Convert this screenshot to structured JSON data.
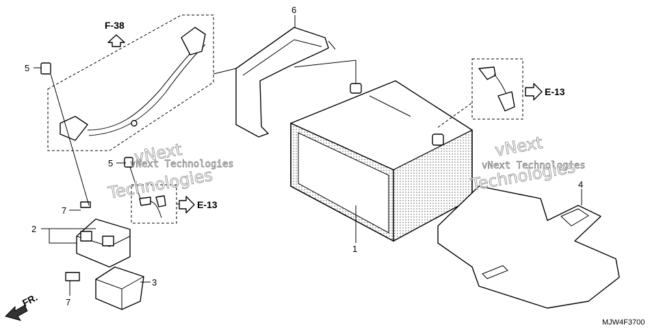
{
  "callouts": {
    "c1": "1",
    "c2": "2",
    "c3": "3",
    "c4": "4",
    "c5a": "5",
    "c5b": "5",
    "c6": "6",
    "c7a": "7",
    "c7b": "7"
  },
  "refs": {
    "f38": "F-38",
    "e13_right": "E-13",
    "e13_left": "E-13",
    "front": "FR."
  },
  "watermarks": {
    "left_small": "vNext Technologies",
    "left_big": "Technologies",
    "left_top": "vNext",
    "right_small": "vNext Technologies",
    "right_big": "Technologies",
    "right_top": "vNext"
  },
  "catalog_code": "MJW4F3700"
}
